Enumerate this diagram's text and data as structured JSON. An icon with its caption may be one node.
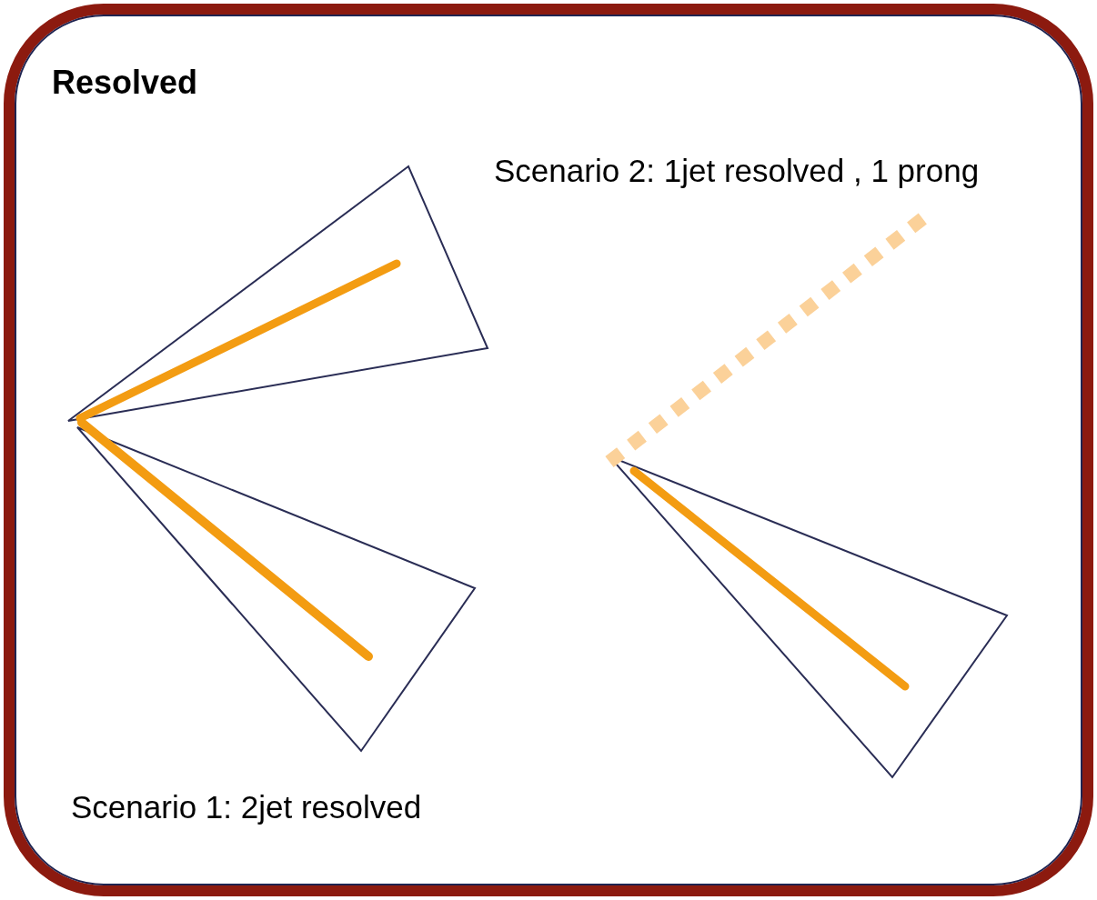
{
  "diagram": {
    "title": "Resolved",
    "labels": [
      "Scenario 2: 1jet resolved , 1 prong",
      "Scenario 1: 2jet resolved"
    ]
  }
}
